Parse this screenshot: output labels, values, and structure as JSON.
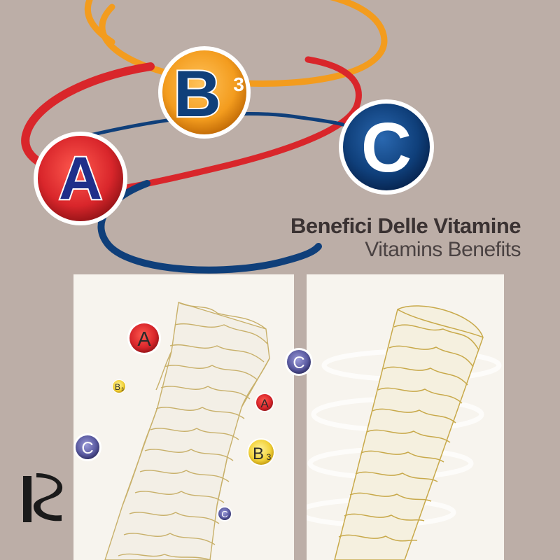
{
  "title": {
    "italian": "Benefici Delle Vitamine",
    "english": "Vitamins Benefits"
  },
  "logo_badges": {
    "a": "A",
    "b": "B",
    "b_sub": "3",
    "c": "C"
  },
  "small_badges": {
    "a_large": "A",
    "a_small": "A",
    "b_small": "B",
    "b_small_sub": "3",
    "b_medium": "B",
    "b_medium_sub": "3",
    "c_top": "C",
    "c_left": "C",
    "c_bottom": "C"
  },
  "brand_mark": "IS",
  "colors": {
    "background": "#bcaea7",
    "red": "#d9262b",
    "orange": "#f39c1e",
    "navy": "#0f3f7a",
    "purple": "#5a5aa0",
    "hair_line": "#c8b06a"
  }
}
